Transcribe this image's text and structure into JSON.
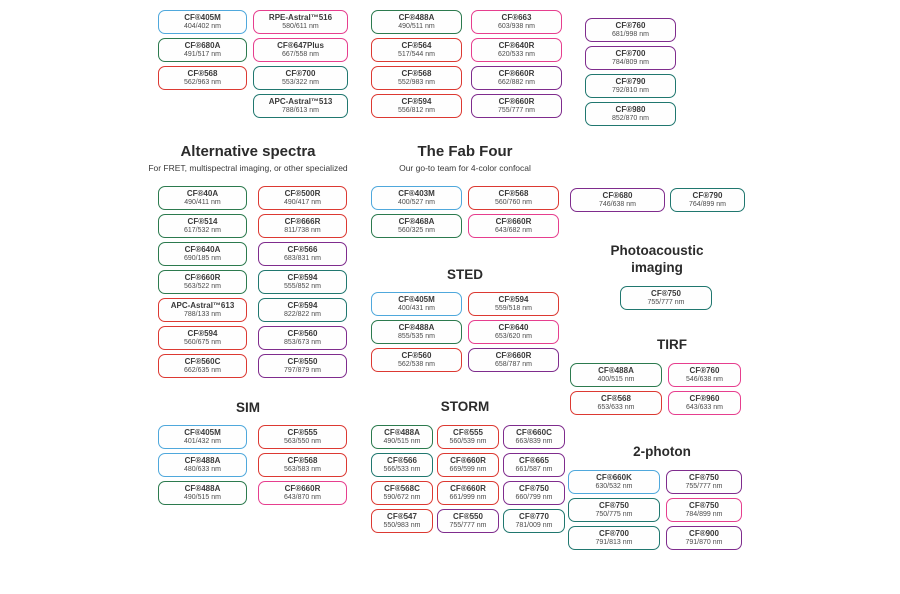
{
  "palette": {
    "blue": "#4FA8DC",
    "green": "#2C7A4E",
    "teal": "#20776F",
    "red": "#DC3932",
    "pink": "#E63E8E",
    "purple": "#7F2C8D"
  },
  "headings": {
    "alternative": {
      "title": "Alternative spectra",
      "subtitle": "For FRET, multispectral imaging, or other specialized"
    },
    "fab_four": {
      "title": "The Fab Four",
      "subtitle": "Our go-to team for 4-color confocal"
    },
    "sted": "STED",
    "photoacoustic": "Photoacoustic imaging",
    "tirf": "TIRF",
    "sim": "SIM",
    "storm": "STORM",
    "two_photon": "2-photon"
  },
  "groups": {
    "top1": [
      {
        "name": "CF®405M",
        "ex_em": "404/402 nm",
        "color": "blue"
      },
      {
        "name": "CF®680A",
        "ex_em": "491/517 nm",
        "color": "green"
      },
      {
        "name": "CF®568",
        "ex_em": "562/963 nm",
        "color": "red"
      }
    ],
    "top2": [
      {
        "name": "RPE-Astral™516",
        "ex_em": "580/611 nm",
        "color": "pink"
      },
      {
        "name": "CF®647Plus",
        "ex_em": "667/558 nm",
        "color": "pink"
      },
      {
        "name": "CF®700",
        "ex_em": "553/322 nm",
        "color": "teal"
      },
      {
        "name": "APC-Astral™513",
        "ex_em": "788/613 nm",
        "color": "teal"
      }
    ],
    "top3": [
      {
        "name": "CF®488A",
        "ex_em": "490/511 nm",
        "color": "green"
      },
      {
        "name": "CF®564",
        "ex_em": "517/544 nm",
        "color": "red"
      },
      {
        "name": "CF®568",
        "ex_em": "552/983 nm",
        "color": "red"
      },
      {
        "name": "CF®594",
        "ex_em": "556/812 nm",
        "color": "red"
      }
    ],
    "top4": [
      {
        "name": "CF®663",
        "ex_em": "603/938 nm",
        "color": "pink"
      },
      {
        "name": "CF®640R",
        "ex_em": "620/533 nm",
        "color": "pink"
      },
      {
        "name": "CF®660R",
        "ex_em": "662/882 nm",
        "color": "purple"
      },
      {
        "name": "CF®660R",
        "ex_em": "755/777 nm",
        "color": "purple"
      }
    ],
    "top5": [
      {
        "name": "CF®760",
        "ex_em": "681/998 nm",
        "color": "purple"
      },
      {
        "name": "CF®700",
        "ex_em": "784/809 nm",
        "color": "purple"
      },
      {
        "name": "CF®790",
        "ex_em": "792/810 nm",
        "color": "teal"
      },
      {
        "name": "CF®980",
        "ex_em": "852/870 nm",
        "color": "teal"
      }
    ],
    "alt1": [
      {
        "name": "CF®40A",
        "ex_em": "490/411 nm",
        "color": "green"
      },
      {
        "name": "CF®514",
        "ex_em": "617/532 nm",
        "color": "green"
      },
      {
        "name": "CF®640A",
        "ex_em": "690/185 nm",
        "color": "green"
      },
      {
        "name": "CF®660R",
        "ex_em": "563/522 nm",
        "color": "green"
      },
      {
        "name": "APC-Astral™613",
        "ex_em": "788/133 nm",
        "color": "red"
      },
      {
        "name": "CF®594",
        "ex_em": "560/675 nm",
        "color": "red"
      },
      {
        "name": "CF®560C",
        "ex_em": "662/635 nm",
        "color": "red"
      }
    ],
    "alt2": [
      {
        "name": "CF®500R",
        "ex_em": "490/417 nm",
        "color": "red"
      },
      {
        "name": "CF®666R",
        "ex_em": "811/738 nm",
        "color": "red"
      },
      {
        "name": "CF®566",
        "ex_em": "683/831 nm",
        "color": "purple"
      },
      {
        "name": "CF®594",
        "ex_em": "555/852 nm",
        "color": "teal"
      },
      {
        "name": "CF®594",
        "ex_em": "822/822 nm",
        "color": "teal"
      },
      {
        "name": "CF®560",
        "ex_em": "853/673 nm",
        "color": "purple"
      },
      {
        "name": "CF®550",
        "ex_em": "797/879 nm",
        "color": "purple"
      }
    ],
    "fab1": [
      {
        "name": "CF®403M",
        "ex_em": "400/527 nm",
        "color": "blue"
      },
      {
        "name": "CF®468A",
        "ex_em": "560/325 nm",
        "color": "green"
      }
    ],
    "fab2": [
      {
        "name": "CF®568",
        "ex_em": "560/760 nm",
        "color": "red"
      },
      {
        "name": "CF®660R",
        "ex_em": "643/682 nm",
        "color": "pink"
      }
    ],
    "sted1": [
      {
        "name": "CF®405M",
        "ex_em": "400/431 nm",
        "color": "blue"
      },
      {
        "name": "CF®488A",
        "ex_em": "855/535 nm",
        "color": "green"
      },
      {
        "name": "CF®560",
        "ex_em": "562/538 nm",
        "color": "red"
      }
    ],
    "sted2": [
      {
        "name": "CF®594",
        "ex_em": "559/518 nm",
        "color": "red"
      },
      {
        "name": "CF®640",
        "ex_em": "653/620 nm",
        "color": "pink"
      },
      {
        "name": "CF®660R",
        "ex_em": "658/787 nm",
        "color": "purple"
      }
    ],
    "r680": [
      {
        "name": "CF®680",
        "ex_em": "746/638 nm",
        "color": "purple"
      }
    ],
    "r790": [
      {
        "name": "CF®790",
        "ex_em": "764/899 nm",
        "color": "teal"
      }
    ],
    "pa1": [
      {
        "name": "CF®750",
        "ex_em": "755/777 nm",
        "color": "teal"
      }
    ],
    "tirf1": [
      {
        "name": "CF®488A",
        "ex_em": "400/515 nm",
        "color": "green"
      },
      {
        "name": "CF®568",
        "ex_em": "653/633 nm",
        "color": "red"
      }
    ],
    "tirf2": [
      {
        "name": "CF®760",
        "ex_em": "546/638 nm",
        "color": "pink"
      },
      {
        "name": "CF®960",
        "ex_em": "643/633 nm",
        "color": "pink"
      }
    ],
    "sim1": [
      {
        "name": "CF®405M",
        "ex_em": "401/432 nm",
        "color": "blue"
      },
      {
        "name": "CF®488A",
        "ex_em": "480/633 nm",
        "color": "blue"
      },
      {
        "name": "CF®488A",
        "ex_em": "490/515 nm",
        "color": "green"
      }
    ],
    "sim2": [
      {
        "name": "CF®555",
        "ex_em": "563/550 nm",
        "color": "red"
      },
      {
        "name": "CF®568",
        "ex_em": "563/583 nm",
        "color": "red"
      },
      {
        "name": "CF®660R",
        "ex_em": "643/870 nm",
        "color": "pink"
      }
    ],
    "storm1": [
      {
        "name": "CF®488A",
        "ex_em": "490/515 nm",
        "color": "green"
      },
      {
        "name": "CF®566",
        "ex_em": "566/533 nm",
        "color": "teal"
      },
      {
        "name": "CF®568C",
        "ex_em": "590/672 nm",
        "color": "red"
      },
      {
        "name": "CF®547",
        "ex_em": "550/983 nm",
        "color": "red"
      }
    ],
    "storm2": [
      {
        "name": "CF®555",
        "ex_em": "560/539 nm",
        "color": "red"
      },
      {
        "name": "CF®660R",
        "ex_em": "669/599 nm",
        "color": "red"
      },
      {
        "name": "CF®660R",
        "ex_em": "661/999 nm",
        "color": "red"
      },
      {
        "name": "CF®550",
        "ex_em": "755/777 nm",
        "color": "purple"
      }
    ],
    "storm3": [
      {
        "name": "CF®660C",
        "ex_em": "663/839 nm",
        "color": "purple"
      },
      {
        "name": "CF®665",
        "ex_em": "661/587 nm",
        "color": "purple"
      },
      {
        "name": "CF®750",
        "ex_em": "660/799 nm",
        "color": "purple"
      },
      {
        "name": "CF®770",
        "ex_em": "781/009 nm",
        "color": "teal"
      }
    ],
    "ph1": [
      {
        "name": "CF®660K",
        "ex_em": "630/532 nm",
        "color": "blue"
      },
      {
        "name": "CF®750",
        "ex_em": "750/775 nm",
        "color": "teal"
      },
      {
        "name": "CF®700",
        "ex_em": "791/813 nm",
        "color": "teal"
      }
    ],
    "ph2": [
      {
        "name": "CF®750",
        "ex_em": "755/777 nm",
        "color": "purple"
      },
      {
        "name": "CF®750",
        "ex_em": "784/899 nm",
        "color": "pink"
      },
      {
        "name": "CF®900",
        "ex_em": "791/870 nm",
        "color": "purple"
      }
    ]
  }
}
